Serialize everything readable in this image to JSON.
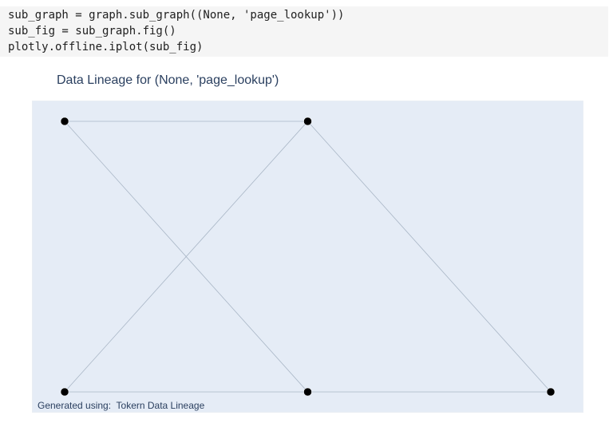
{
  "code_cell": {
    "lines": [
      "sub_graph = graph.sub_graph((None, 'page_lookup'))",
      "sub_fig = sub_graph.fig()",
      "plotly.offline.iplot(sub_fig)"
    ]
  },
  "plot": {
    "title": "Data Lineage for (None, 'page_lookup')",
    "footer": "Generated using:  Tokern Data Lineage",
    "background_color": "#e5ecf6",
    "edge_color": "#a9b6c6",
    "node_color": "#000000"
  },
  "chart_data": {
    "type": "scatter",
    "title": "Data Lineage for (None, 'page_lookup')",
    "xlim": [
      0,
      2
    ],
    "ylim": [
      0,
      1
    ],
    "show_axes": false,
    "grid": false,
    "nodes": [
      {
        "x": 0,
        "y": 1
      },
      {
        "x": 1,
        "y": 1
      },
      {
        "x": 0,
        "y": 0
      },
      {
        "x": 1,
        "y": 0
      },
      {
        "x": 2,
        "y": 0
      }
    ],
    "edges": [
      [
        0,
        1
      ],
      [
        0,
        3
      ],
      [
        2,
        1
      ],
      [
        2,
        3
      ],
      [
        1,
        4
      ],
      [
        3,
        4
      ]
    ]
  }
}
